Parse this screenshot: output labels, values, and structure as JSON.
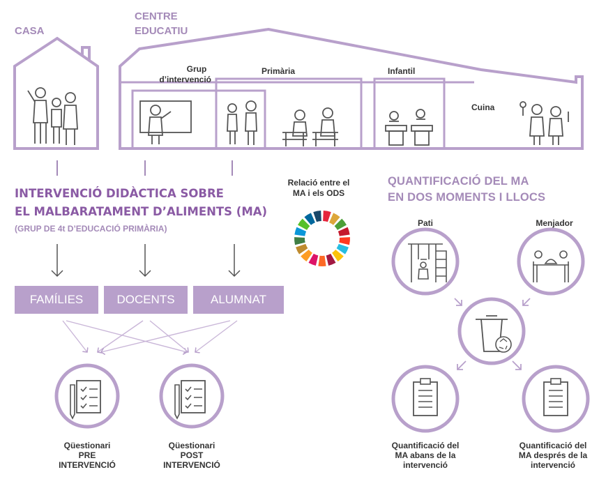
{
  "labels": {
    "casa": "CASA",
    "centre_line1": "CENTRE",
    "centre_line2": "EDUCATIU",
    "grup_line1": "Grup",
    "grup_line2": "d’intervenció",
    "primaria": "Primària",
    "infantil": "Infantil",
    "cuina": "Cuina"
  },
  "title": {
    "line1": "INTERVENCIÓ DIDÀCTICA SOBRE",
    "line2": "EL MALBARATAMENT D’ALIMENTS (MA)",
    "subtitle": "(GRUP DE 4t D’EDUCACIÓ PRIMÀRIA)"
  },
  "ods": {
    "line1": "Relació entre el",
    "line2": "MA i els ODS",
    "colors": [
      "#e5243b",
      "#dda63a",
      "#4c9f38",
      "#c5192d",
      "#ff3a21",
      "#26bde2",
      "#fcc30b",
      "#a21942",
      "#fd6925",
      "#dd1367",
      "#fd9d24",
      "#bf8b2e",
      "#3f7e44",
      "#0a97d9",
      "#56c02b",
      "#00689d",
      "#19486a"
    ]
  },
  "groups": [
    "FAMÍLIES",
    "DOCENTS",
    "ALUMNAT"
  ],
  "questionnaires": [
    {
      "line1": "Qüestionari",
      "line2": "PRE",
      "line3": "INTERVENCIÓ"
    },
    {
      "line1": "Qüestionari",
      "line2": "POST",
      "line3": "INTERVENCIÓ"
    }
  ],
  "quantification": {
    "title_line1": "QUANTIFICACIÓ DEL MA",
    "title_line2": "EN DOS MOMENTS I LLOCS",
    "pati": "Pati",
    "menjador": "Menjador",
    "before": [
      "Quantificació del",
      "MA abans de la",
      "intervenció"
    ],
    "after": [
      "Quantificació del",
      "MA després de la",
      "intervenció"
    ]
  },
  "colors": {
    "purple_line": "#b8a0cb",
    "purple_title": "#8a5aa4",
    "box_fill": "#b8a0cb",
    "icon_dark": "#555555"
  }
}
